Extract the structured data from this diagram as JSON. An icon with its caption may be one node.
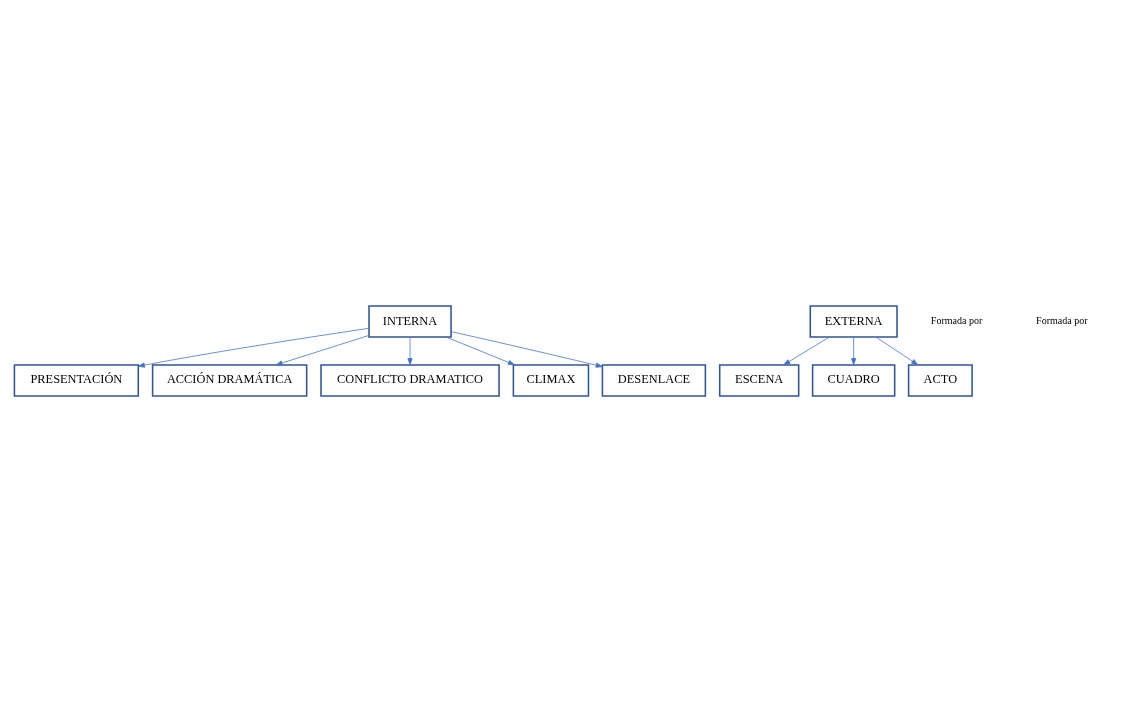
{
  "diagram": {
    "nodes": [
      {
        "text": [
          "INTERNA"
        ]
      },
      {
        "text": [
          "PRESENTACIÓN"
        ]
      },
      {
        "text": [
          "ACCIÓN DRAMÁTICA"
        ]
      },
      {
        "text": [
          "CONFLICTO DRAMATICO"
        ]
      },
      {
        "text": [
          "CLIMAX"
        ]
      },
      {
        "text": [
          "DESENLACE"
        ]
      },
      {
        "text": [
          "EXTERNA"
        ]
      },
      {
        "text": [
          "ESCENA"
        ]
      },
      {
        "text": [
          "CUADRO"
        ]
      },
      {
        "text": [
          "ACTO"
        ]
      }
    ],
    "edges": [
      {
        "from": 0,
        "to": 1,
        "arrow": "to"
      },
      {
        "from": 0,
        "to": 2,
        "arrow": "to"
      },
      {
        "from": 0,
        "to": 3,
        "arrow": "to"
      },
      {
        "from": 0,
        "to": 4,
        "arrow": "to"
      },
      {
        "from": 0,
        "to": 5,
        "arrow": "to"
      },
      {
        "from": 6,
        "to": 7,
        "arrow": "to"
      },
      {
        "from": 6,
        "to": 8,
        "arrow": "to"
      },
      {
        "from": 6,
        "to": 9,
        "arrow": "to"
      }
    ],
    "labels": [
      "Formada por",
      "Formada por"
    ]
  }
}
